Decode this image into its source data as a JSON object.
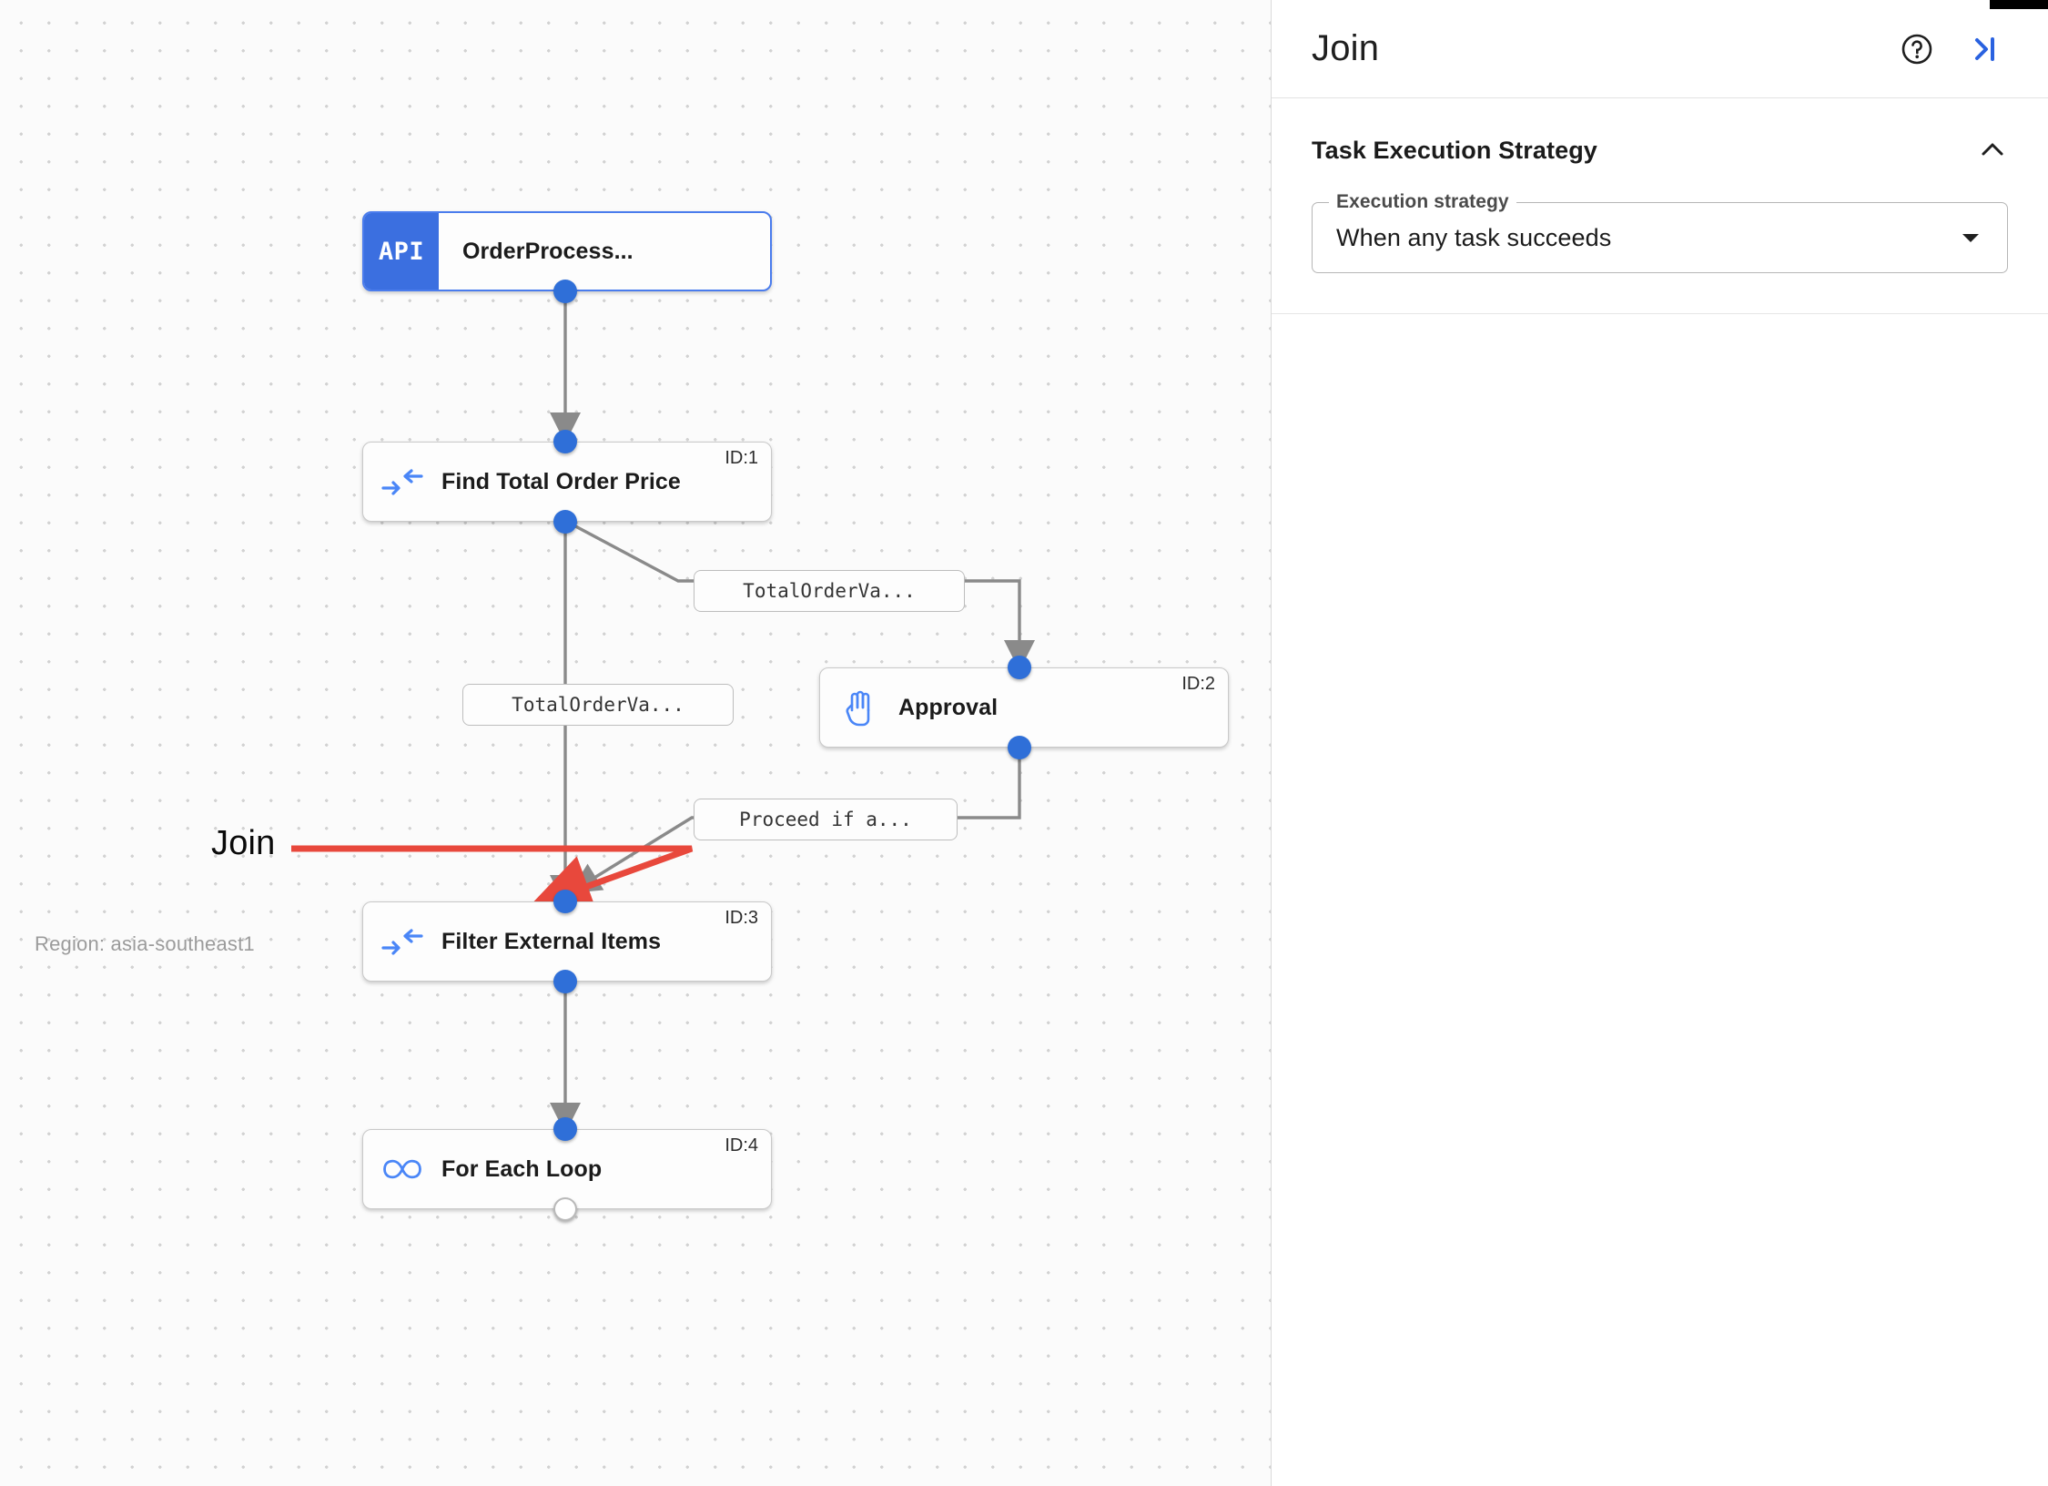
{
  "canvas": {
    "region_label": "Region: asia-southeast1",
    "annotation": {
      "label": "Join",
      "color": "#e8483c"
    },
    "nodes": [
      {
        "key": "order_process",
        "title": "OrderProcess...",
        "badge": "API",
        "id_label": "",
        "icon": "api-chip-icon",
        "selected": true
      },
      {
        "key": "find_total_order_price",
        "title": "Find Total Order Price",
        "badge": "",
        "id_label": "ID:1",
        "icon": "converge-arrows-icon",
        "selected": false
      },
      {
        "key": "approval",
        "title": "Approval",
        "badge": "",
        "id_label": "ID:2",
        "icon": "hand-icon",
        "selected": false
      },
      {
        "key": "filter_external_items",
        "title": "Filter External Items",
        "badge": "",
        "id_label": "ID:3",
        "icon": "converge-arrows-icon",
        "selected": false
      },
      {
        "key": "for_each_loop",
        "title": "For Each Loop",
        "badge": "",
        "id_label": "ID:4",
        "icon": "infinity-icon",
        "selected": false
      }
    ],
    "edge_labels": [
      {
        "key": "edge_to_approval",
        "text": "TotalOrderVa..."
      },
      {
        "key": "edge_left_branch",
        "text": "TotalOrderVa..."
      },
      {
        "key": "edge_proceed",
        "text": "Proceed if a..."
      }
    ]
  },
  "panel": {
    "title": "Join",
    "help_icon": "help-circle-icon",
    "collapse_icon": "collapse-right-icon",
    "section": {
      "title": "Task Execution Strategy",
      "collapse_icon": "chevron-up-icon",
      "field": {
        "legend": "Execution strategy",
        "value": "When any task succeeds",
        "caret_icon": "chevron-down-icon"
      }
    }
  },
  "colors": {
    "accent_blue": "#2f6fd8",
    "node_blue": "#3b6fe0",
    "annotation_red": "#e8483c",
    "edge_gray": "#8a8a8a"
  }
}
